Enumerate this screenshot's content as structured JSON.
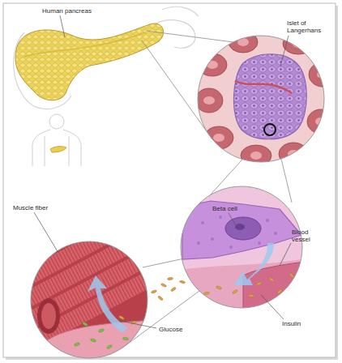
{
  "diagram": {
    "labels": [
      "Human pancreas",
      "Islet of Langerhans",
      "Beta cell",
      "Blood vessel",
      "Muscle fiber",
      "Insulin",
      "Glucose"
    ]
  }
}
